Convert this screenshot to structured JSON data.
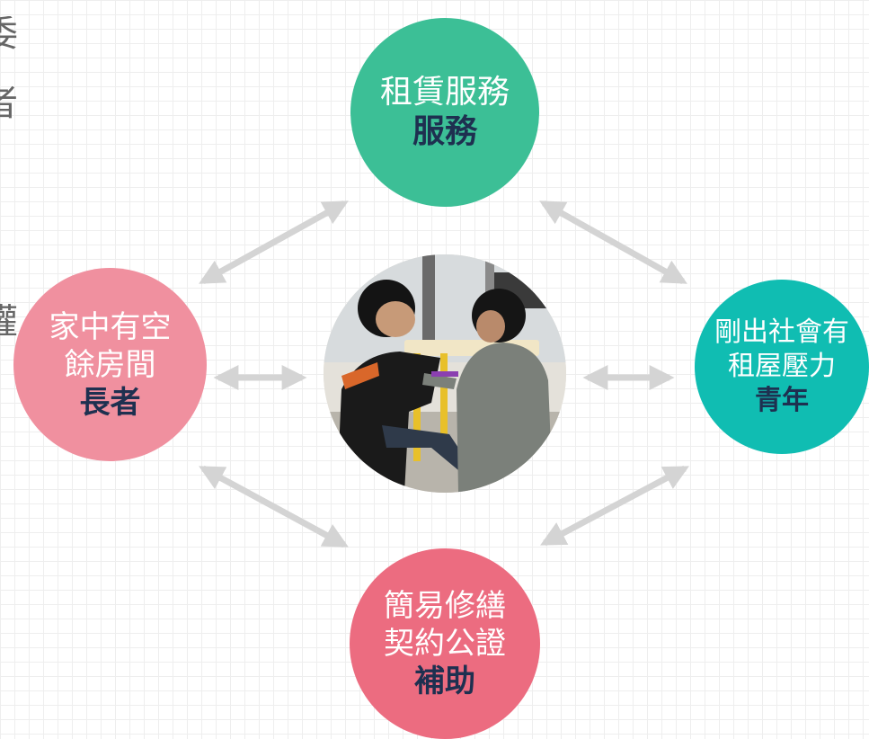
{
  "edge_text": {
    "line1": "委",
    "line2": "者",
    "line3": "權"
  },
  "nodes": {
    "top": {
      "line1": "租賃服務",
      "bold": "服務"
    },
    "left": {
      "line1": "家中有空",
      "line2": "餘房間",
      "bold": "長者"
    },
    "right": {
      "line1": "剛出社會有",
      "line2": "租屋壓力",
      "bold": "青年"
    },
    "bottom": {
      "line1": "簡易修繕",
      "line2": "契約公證",
      "bold": "補助"
    }
  },
  "colors": {
    "top": "#3cbf96",
    "left": "#f0909f",
    "right": "#10bdb2",
    "bottom": "#ec6c80",
    "bold_text": "#1e3050",
    "arrow": "#d4d4d4"
  },
  "photo": {
    "icon": "photo-two-people-consultation"
  }
}
